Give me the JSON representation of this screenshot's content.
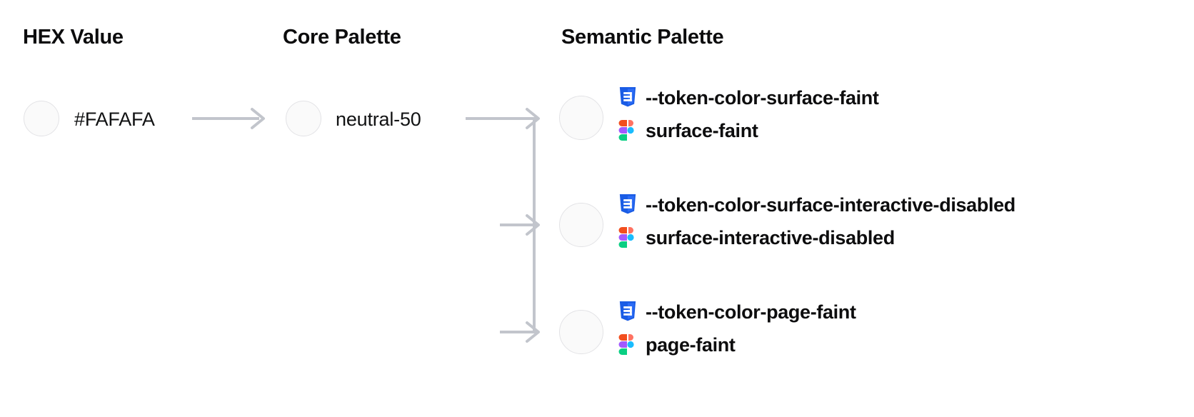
{
  "columns": {
    "hex": {
      "heading": "HEX Value"
    },
    "core": {
      "heading": "Core Palette"
    },
    "semantic": {
      "heading": "Semantic Palette"
    }
  },
  "swatch_color": "#FAFAFA",
  "swatch_border_color": "#E3E3E6",
  "connector_color": "#C2C5CC",
  "css_icon_color": "#1A5CE5",
  "figma_icon_colors": {
    "orange": "#F24E1E",
    "red": "#FF7262",
    "purple": "#A259FF",
    "blue": "#1ABCFE",
    "green": "#0ACF83"
  },
  "hex": {
    "value": "#FAFAFA",
    "swatch_name": "hex-swatch"
  },
  "core": {
    "value": "neutral-50",
    "swatch_name": "core-swatch"
  },
  "semantic": {
    "rows": [
      {
        "css_token": "--token-color-surface-faint",
        "figma_token": "surface-faint",
        "css_icon": "css3-icon",
        "figma_icon": "figma-icon"
      },
      {
        "css_token": "--token-color-surface-interactive-disabled",
        "figma_token": "surface-interactive-disabled",
        "css_icon": "css3-icon",
        "figma_icon": "figma-icon"
      },
      {
        "css_token": "--token-color-page-faint",
        "figma_token": "page-faint",
        "css_icon": "css3-icon",
        "figma_icon": "figma-icon"
      }
    ]
  }
}
